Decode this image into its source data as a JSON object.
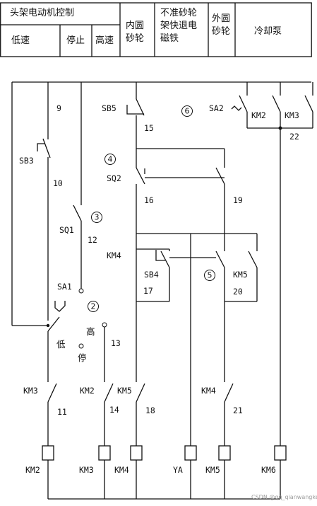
{
  "header": {
    "headstock_title": "头架电动机控制",
    "low_speed": "低速",
    "stop": "停止",
    "high_speed": "高速",
    "inner_wheel": [
      "内圆",
      "砂轮"
    ],
    "no_rapid": [
      "不准砂轮",
      "架快退电",
      "磁铁"
    ],
    "outer_wheel": [
      "外圆",
      "砂轮"
    ],
    "coolant_pump": "冷却泵"
  },
  "wire_numbers": {
    "n9": "9",
    "n10": "10",
    "n11": "11",
    "n12": "12",
    "n13": "13",
    "n14": "14",
    "n15": "15",
    "n16": "16",
    "n17": "17",
    "n18": "18",
    "n19": "19",
    "n20": "20",
    "n21": "21",
    "n22": "22"
  },
  "contacts": {
    "sb3": "SB3",
    "sb4": "SB4",
    "sb5": "SB5",
    "sq1": "SQ1",
    "sq2": "SQ2",
    "sa1": "SA1",
    "sa2": "SA2",
    "km2_top": "KM2",
    "km3_top": "KM3",
    "km4_mid": "KM4",
    "km5_mid": "KM5",
    "km3_bot": "KM3",
    "km2_bot": "KM2",
    "km5_bot": "KM5",
    "km4_bot": "KM4"
  },
  "switch_positions": {
    "low": "低",
    "stop": "停",
    "high": "高"
  },
  "region_numbers": {
    "r2": "2",
    "r3": "3",
    "r4": "4",
    "r5": "5",
    "r6": "6"
  },
  "coils": {
    "c1": "KM2",
    "c2": "KM3",
    "c3": "KM4",
    "c4": "YA",
    "c5": "KM5",
    "c6": "KM6"
  },
  "watermark": "CSDN @qq_qianwangkej"
}
